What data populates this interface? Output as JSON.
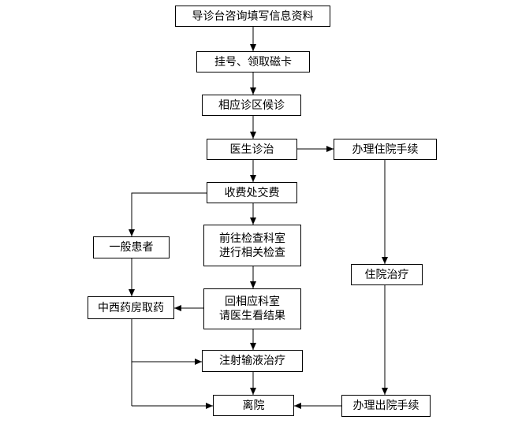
{
  "flowchart": {
    "boxes": {
      "guide_desk": "导诊台咨询填写信息资料",
      "register": "挂号、领取磁卡",
      "wait_area": "相应诊区候诊",
      "doctor_treat": "医生诊治",
      "admission": "办理住院手续",
      "pay_fee": "收费处交费",
      "general_patient": "一般患者",
      "exam_line1": "前往检查科室",
      "exam_line2": "进行相关检查",
      "hospitalized": "住院治疗",
      "pharmacy": "中西药房取药",
      "return_line1": "回相应科室",
      "return_line2": "请医生看结果",
      "infusion": "注射输液治疗",
      "leave": "离院",
      "discharge": "办理出院手续"
    }
  },
  "colors": {
    "line": "#000000",
    "box_border": "#000000",
    "text": "#000000",
    "background": "#ffffff"
  }
}
